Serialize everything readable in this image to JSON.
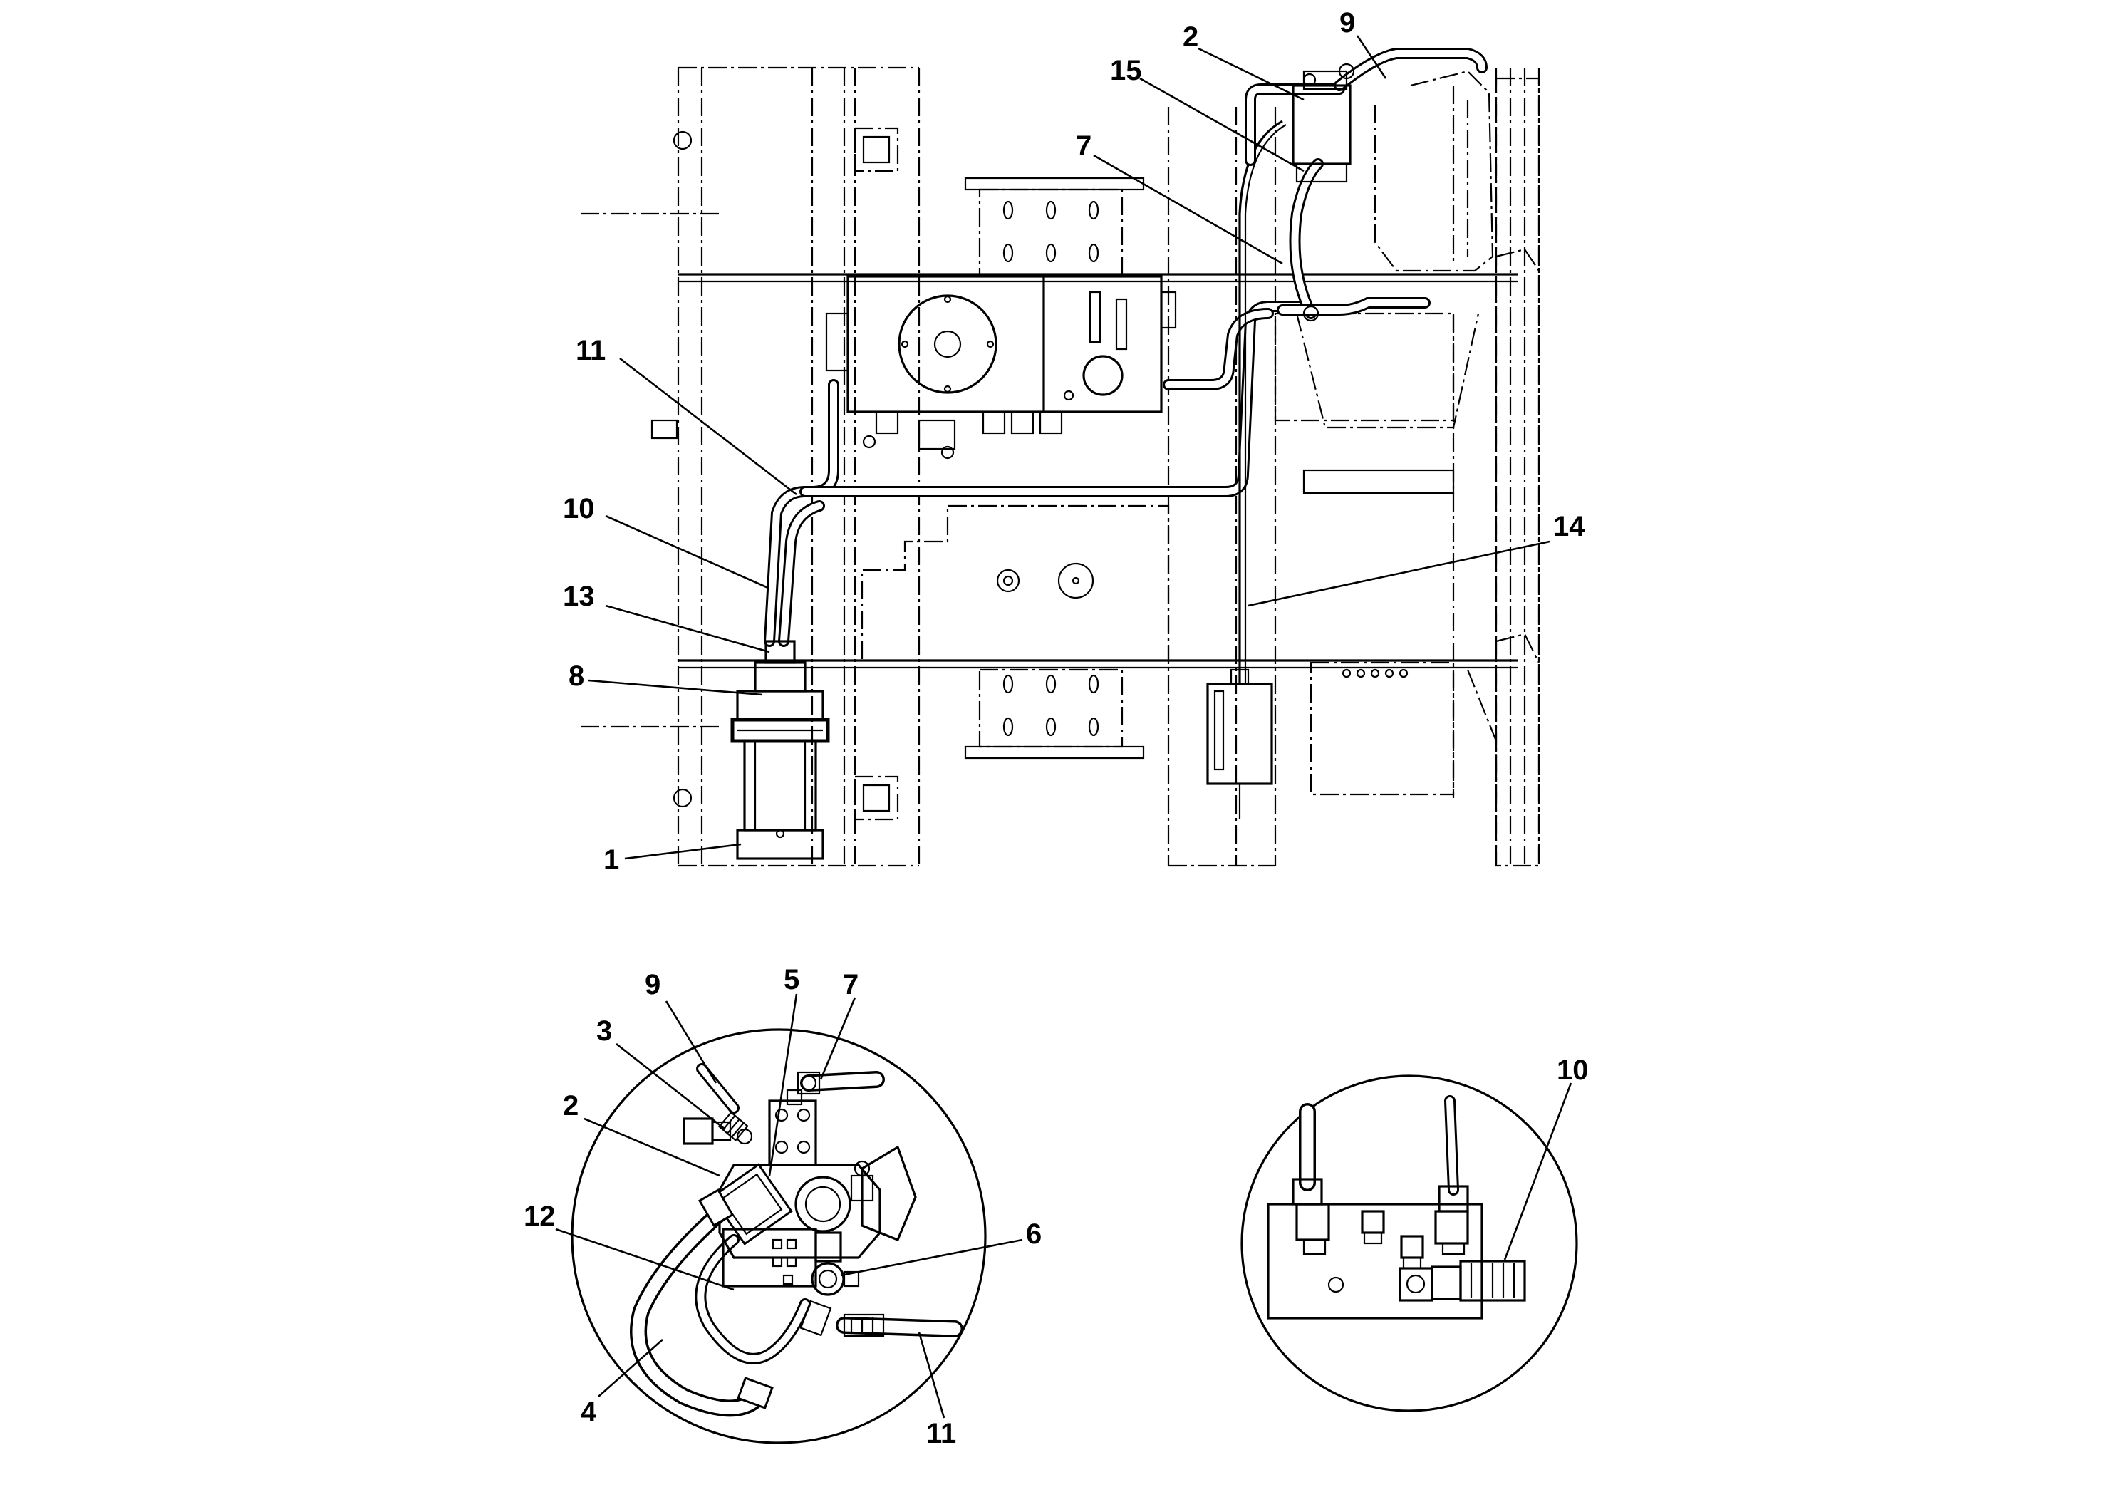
{
  "diagram": {
    "main_view_callouts": [
      "1",
      "2",
      "7",
      "8",
      "9",
      "10",
      "11",
      "13",
      "14",
      "15"
    ],
    "detail_left_callouts": [
      "2",
      "3",
      "4",
      "5",
      "6",
      "7",
      "9",
      "11",
      "12"
    ],
    "detail_right_callouts": [
      "10"
    ]
  }
}
